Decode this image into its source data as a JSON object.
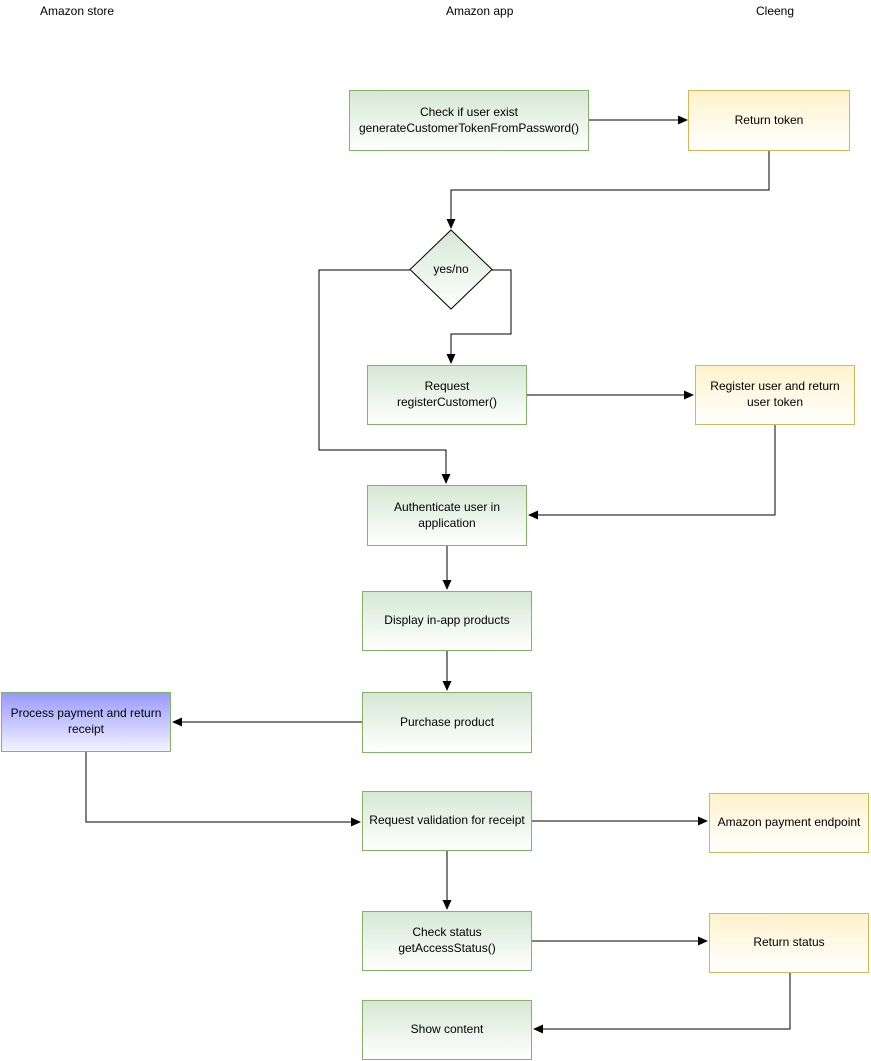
{
  "lanes": {
    "amazon_store": "Amazon store",
    "amazon_app": "Amazon app",
    "cleeng": "Cleeng"
  },
  "nodes": {
    "check_user_exist": {
      "label": "Check if user exist\ngenerateCustomerTokenFromPassword()",
      "type": "process",
      "color": "green"
    },
    "return_token": {
      "label": "Return token",
      "type": "process",
      "color": "yellow"
    },
    "yes_no": {
      "label": "yes/no",
      "type": "decision",
      "color": "green"
    },
    "request_register_customer": {
      "label": "Request\nregisterCustomer()",
      "type": "process",
      "color": "green"
    },
    "register_user_return_token": {
      "label": "Register user and return\nuser token",
      "type": "process",
      "color": "yellow"
    },
    "authenticate_user": {
      "label": "Authenticate user in\napplication",
      "type": "process",
      "color": "green"
    },
    "display_in_app_products": {
      "label": "Display in-app products",
      "type": "process",
      "color": "green"
    },
    "purchase_product": {
      "label": "Purchase product",
      "type": "process",
      "color": "green"
    },
    "process_payment": {
      "label": "Process payment and return\nreceipt",
      "type": "process",
      "color": "blue"
    },
    "request_validation_receipt": {
      "label": "Request validation for receipt",
      "type": "process",
      "color": "green"
    },
    "amazon_payment_endpoint": {
      "label": "Amazon payment endpoint",
      "type": "process",
      "color": "yellow"
    },
    "check_status": {
      "label": "Check status\ngetAccessStatus()",
      "type": "process",
      "color": "green"
    },
    "return_status": {
      "label": "Return status",
      "type": "process",
      "color": "yellow"
    },
    "show_content": {
      "label": "Show content",
      "type": "process",
      "color": "green"
    }
  },
  "colors": {
    "green_fill": "#d5e8d4",
    "green_stroke": "#82b366",
    "yellow_fill": "#fff2cc",
    "yellow_stroke": "#d6b656",
    "blue_fill": "#9999ff",
    "blue_stroke": "#82b366",
    "line": "#000000",
    "text": "#000000",
    "background": "#ffffff"
  }
}
